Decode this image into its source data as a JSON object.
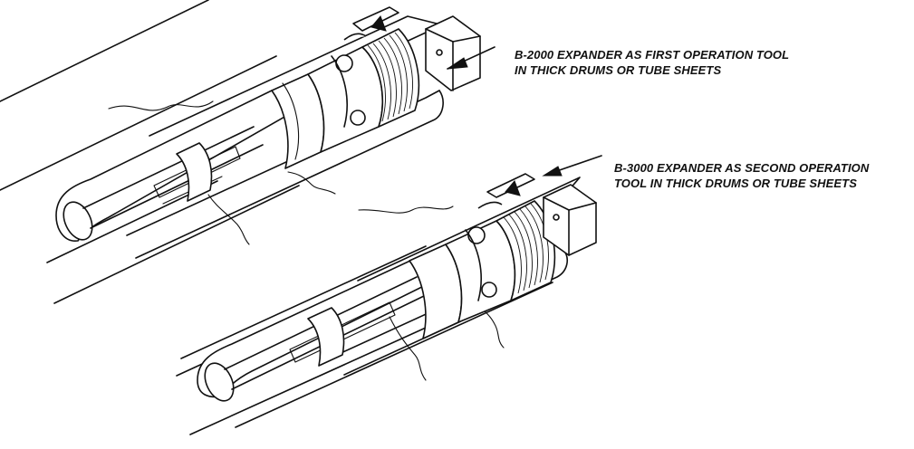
{
  "callouts": [
    {
      "line1": "B-2000 EXPANDER AS FIRST OPERATION TOOL",
      "line2": "IN THICK DRUMS OR TUBE SHEETS"
    },
    {
      "line1": "B-3000 EXPANDER AS SECOND OPERATION",
      "line2": "TOOL IN THICK DRUMS OR TUBE SHEETS"
    }
  ],
  "colors": {
    "ink": "#111111",
    "paper": "#ffffff"
  }
}
